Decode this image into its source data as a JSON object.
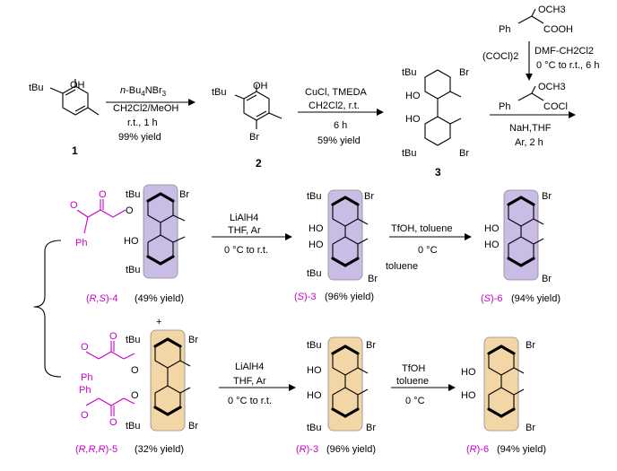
{
  "compounds": {
    "c1": {
      "label": "1",
      "tbu": "tBu",
      "oh": "OH"
    },
    "c2": {
      "label": "2",
      "tbu": "tBu",
      "oh": "OH",
      "br": "Br"
    },
    "c3": {
      "label": "3",
      "tbu_top": "tBu",
      "tbu_bot": "tBu",
      "ho_top": "HO",
      "ho_bot": "HO",
      "br_top": "Br",
      "br_bot": "Br"
    },
    "s4": {
      "label_pre": "(",
      "label_stereo": "R,S",
      "label_post": ")-4",
      "yield": "(49% yield)",
      "tbu_top": "tBu",
      "tbu_bot": "tBu",
      "ho": "HO",
      "br": "Br"
    },
    "s3": {
      "label_pre": "(",
      "label_stereo": "S",
      "label_post": ")-3",
      "yield": "(96% yield)",
      "tbu_top": "tBu",
      "tbu_bot": "tBu",
      "ho_top": "HO",
      "ho_bot": "HO",
      "br_top": "Br",
      "br_bot": "Br"
    },
    "s6": {
      "label_pre": "(",
      "label_stereo": "S",
      "label_post": ")-6",
      "yield": "(94% yield)",
      "ho_top": "HO",
      "ho_bot": "HO",
      "br_top": "Br",
      "br_bot": "Br"
    },
    "r5": {
      "label_pre": "(",
      "label_stereo": "R,R,R",
      "label_post": ")-5",
      "yield": "(32% yield)",
      "tbu_top": "tBu",
      "tbu_bot": "tBu",
      "br_top": "Br",
      "br_bot": "Br",
      "ph1": "Ph",
      "ph2": "Ph"
    },
    "r3": {
      "label_pre": "(",
      "label_stereo": "R",
      "label_post": ")-3",
      "yield": "(96% yield)",
      "tbu_top": "tBu",
      "tbu_bot": "tBu",
      "ho_top": "HO",
      "ho_bot": "HO",
      "br_top": "Br",
      "br_bot": "Br"
    },
    "r6": {
      "label_pre": "(",
      "label_stereo": "R",
      "label_post": ")-6",
      "yield": "(94% yield)",
      "ho_top": "HO",
      "ho_bot": "HO",
      "br_top": "Br",
      "br_bot": "Br"
    }
  },
  "reagents": {
    "step1": {
      "line1_a": "n",
      "line1_b": "-Bu",
      "line1_c": "4",
      "line1_d": "NBr",
      "line1_e": "3",
      "line2": "CH2Cl2/MeOH",
      "line3": "r.t., 1 h",
      "line4": "99% yield"
    },
    "step2": {
      "line1": "CuCl, TMEDA",
      "line2": "CH2Cl2, r.t.",
      "line3": "6 h",
      "line4": "59% yield"
    },
    "acid": {
      "och3": "OCH3",
      "ph": "Ph",
      "cooh": "COOH",
      "oxalyl": "(COCl)2",
      "cond1": "DMF-CH2Cl2",
      "cond2": "0 °C to r.t., 6 h",
      "och3_b": "OCH3",
      "ph_b": "Ph",
      "cocl": "COCl"
    },
    "step3": {
      "line1": "NaH,THF",
      "line2": "Ar, 2 h"
    },
    "red_s": {
      "line1": "LiAlH4",
      "line2": "THF, Ar",
      "line3": "0 °C to r.t."
    },
    "deal_s": {
      "line1": "TfOH, toluene",
      "line2": "0 °C",
      "extra": "toluene"
    },
    "red_r": {
      "line1": "LiAlH4",
      "line2": "THF, Ar",
      "line3": "0 °C to r.t."
    },
    "deal_r": {
      "line1": "TfOH",
      "line2": "toluene",
      "line3": "0 °C"
    }
  },
  "aux": {
    "meo": "O",
    "plus": "+",
    "ph": "Ph",
    "o": "O"
  },
  "colors": {
    "ink": "#000000",
    "magenta": "#cc00cc",
    "purple_fill": "#c9bde6",
    "orange_fill": "#f2d6a6",
    "box_stroke": "#8a8a8a"
  }
}
